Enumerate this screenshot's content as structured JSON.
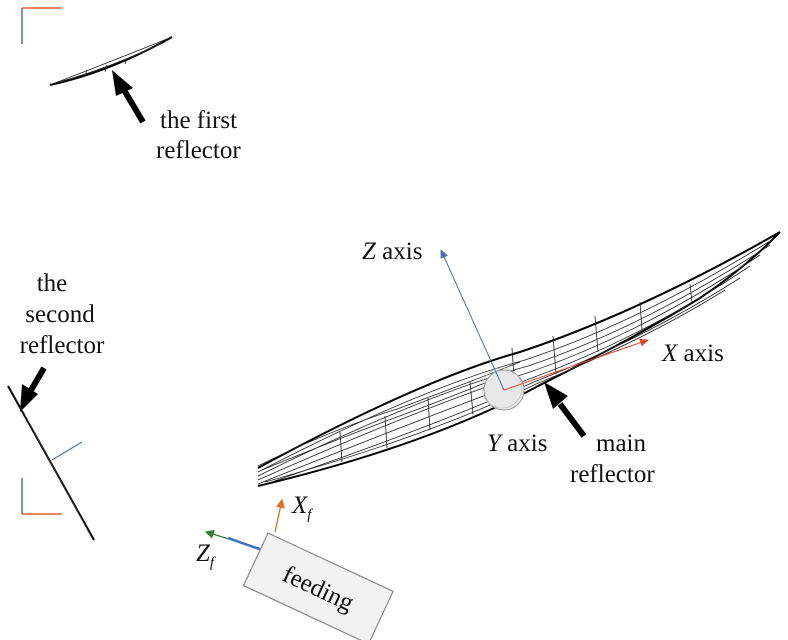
{
  "labels": {
    "first_reflector_line1": "the first",
    "first_reflector_line2": "reflector",
    "second_reflector_line1": "the",
    "second_reflector_line2": "second",
    "second_reflector_line3": "reflector",
    "z_axis_var": "Z",
    "z_axis_word": " axis",
    "x_axis_var": "X",
    "x_axis_word": " axis",
    "y_axis_var": "Y",
    "y_axis_word": " axis",
    "main_reflector_line1": "main",
    "main_reflector_line2": "reflector",
    "xf_var": "X",
    "xf_sub": "f",
    "zf_var": "Z",
    "zf_sub": "f",
    "feeding": "feeding"
  },
  "colors": {
    "z_axis": "#4a6fb5",
    "x_axis": "#e0452c",
    "y_axis_disc": "#e8e8e8",
    "feed_green": "#2e7d32",
    "feed_orange": "#e07020",
    "feed_blue": "#3b6fc4",
    "feed_box": "#f2f2f2",
    "mini_axis_orange": "#e0602c",
    "mini_axis_blue": "#4a6fb5"
  }
}
